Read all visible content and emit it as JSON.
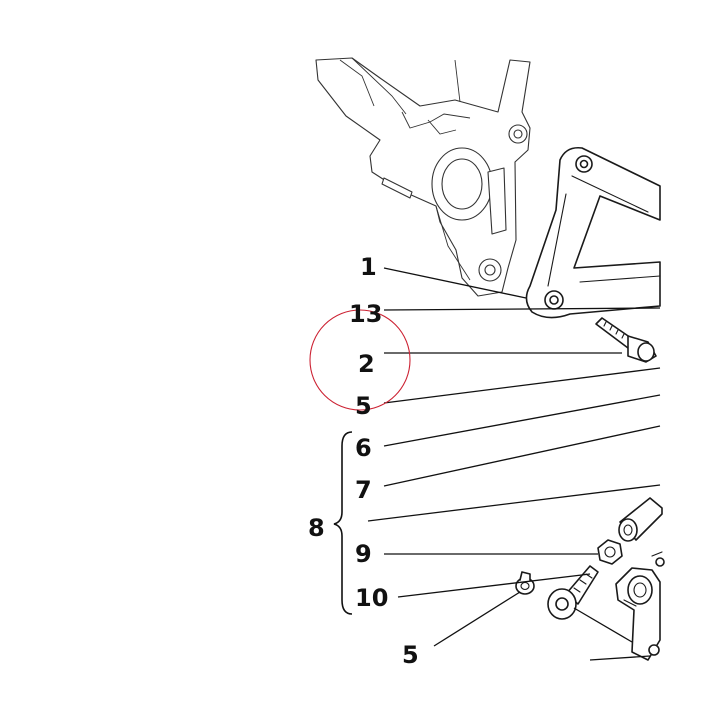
{
  "callouts": {
    "c1": "1",
    "c13": "13",
    "c2": "2",
    "c5a": "5",
    "c6": "6",
    "c7": "7",
    "c8": "8",
    "c9": "9",
    "c10": "10",
    "c5b": "5"
  },
  "highlight_color": "#cc2233"
}
